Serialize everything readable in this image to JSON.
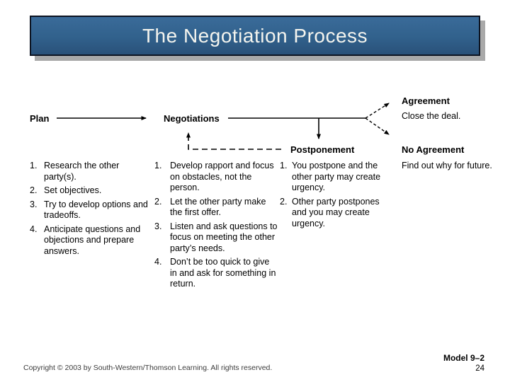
{
  "title": "The Negotiation Process",
  "diagram": {
    "plan": "Plan",
    "negotiations": "Negotiations",
    "postponement": "Postponement",
    "agreement": "Agreement",
    "agreement_note": "Close the deal.",
    "no_agreement": "No Agreement",
    "no_agreement_note": "Find out why for future."
  },
  "columns": [
    {
      "name": "plan-steps",
      "items": [
        {
          "num": "1.",
          "text": "Research the other\nparty(s)."
        },
        {
          "num": "2.",
          "text": "Set objectives."
        },
        {
          "num": "3.",
          "text": "Try to develop options and\ntradeoffs."
        },
        {
          "num": "4.",
          "text": "Anticipate questions and\nobjections and prepare\nanswers."
        }
      ]
    },
    {
      "name": "negotiation-steps",
      "items": [
        {
          "num": "1.",
          "text": "Develop rapport and focus\non obstacles, not the\nperson."
        },
        {
          "num": "2.",
          "text": "Let the other party make\nthe first offer."
        },
        {
          "num": "3.",
          "text": "Listen and ask questions to\nfocus on meeting the other\nparty’s needs."
        },
        {
          "num": "4.",
          "text": "Don’t be too quick to give\nin and ask for something in\nreturn."
        }
      ]
    },
    {
      "name": "postponement-steps",
      "items": [
        {
          "num": "1.",
          "text": "You postpone and the\nother party may create\nurgency."
        },
        {
          "num": "2.",
          "text": "Other party postpones\nand you may create\nurgency."
        }
      ]
    }
  ],
  "footer": {
    "copyright": "Copyright © 2003 by South-Western/Thomson Learning. All rights reserved.",
    "model": "Model 9–2",
    "page": "24"
  },
  "colors": {
    "title_bg_top": "#3a6b99",
    "title_bg_bottom": "#2a5179",
    "title_border": "#0d1421",
    "title_text": "#f4f4ee",
    "shadow": "#a9a9a9",
    "line": "#000000"
  }
}
